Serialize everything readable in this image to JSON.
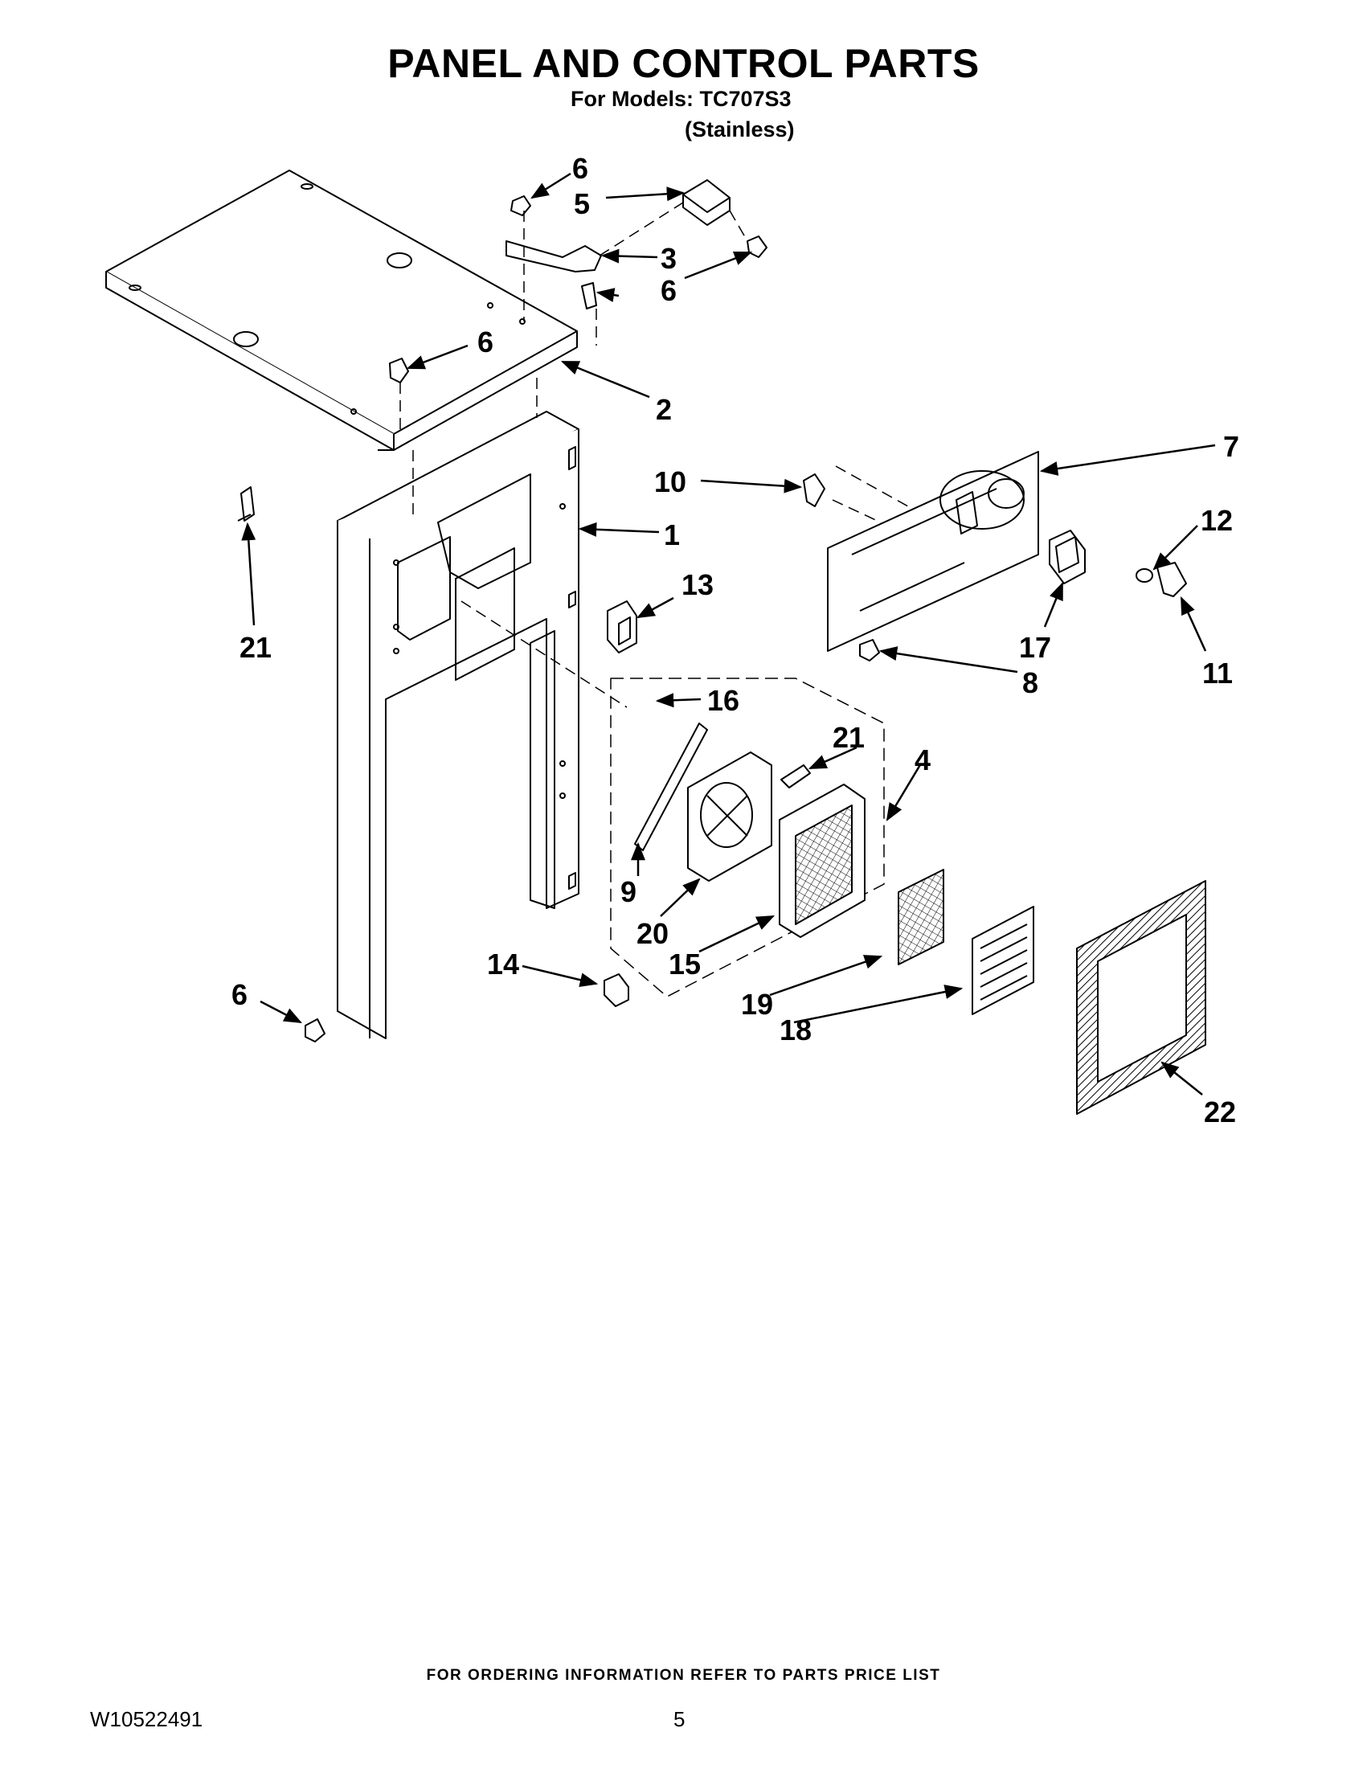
{
  "header": {
    "title": "PANEL AND CONTROL PARTS",
    "models_line": "For Models: TC707S3",
    "finish_line": "(Stainless)"
  },
  "callouts": [
    "6",
    "5",
    "3",
    "6",
    "6",
    "2",
    "1",
    "21",
    "13",
    "7",
    "10",
    "12",
    "17",
    "11",
    "8",
    "16",
    "21",
    "4",
    "9",
    "20",
    "15",
    "14",
    "19",
    "18",
    "6",
    "22"
  ],
  "footer": {
    "ordering_note": "FOR ORDERING INFORMATION REFER TO PARTS PRICE LIST",
    "doc_number": "W10522491",
    "page_number": "5"
  }
}
